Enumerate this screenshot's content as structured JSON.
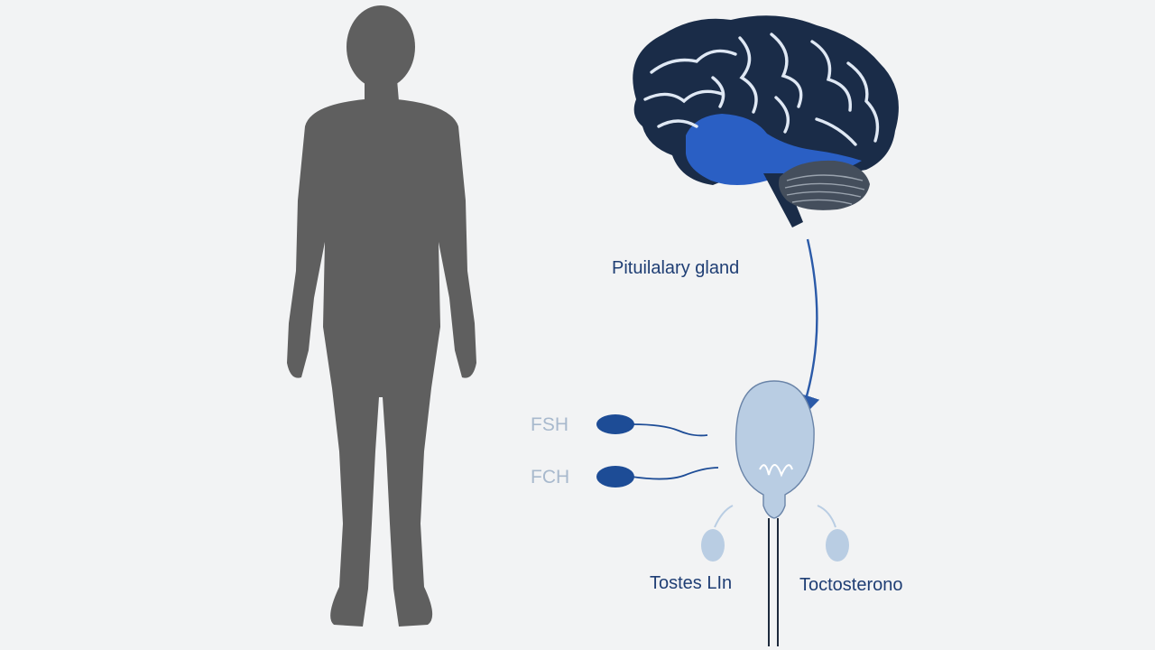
{
  "diagram": {
    "labels": {
      "pituitary": "Pituilalary gland",
      "fsh_1": "FSH",
      "fsh_2": "FCH",
      "testes": "Tostes LIn",
      "testosterone": "Toctosterono"
    },
    "colors": {
      "background": "#f2f3f4",
      "silhouette": "#5f5f5f",
      "brain_dark": "#1a2c48",
      "brain_highlight": "#2a5fc4",
      "arrow": "#2b5aa8",
      "gland_fill": "#b9cde3",
      "sperm": "#1d4c96",
      "label_dark": "#1f3e74",
      "label_light": "#a8b9cd"
    },
    "icons": [
      "human-silhouette-icon",
      "brain-icon",
      "cerebellum-icon",
      "sperm-icon",
      "gland-icon",
      "arrow-icon"
    ]
  }
}
